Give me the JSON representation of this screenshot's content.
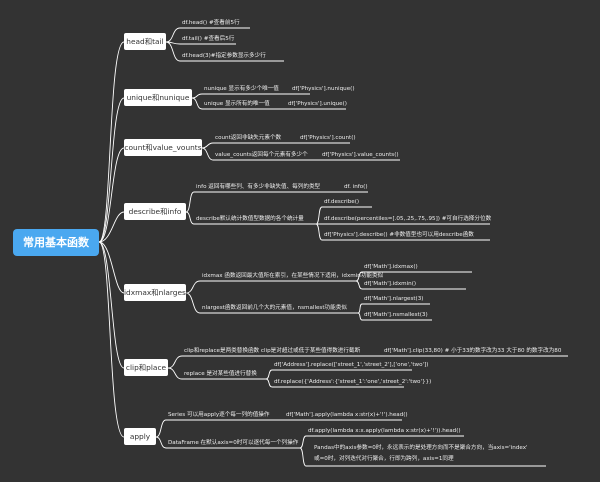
{
  "root": "常用基本函数",
  "branches": {
    "head_tail": {
      "label": "head和tail",
      "items": [
        "df.head()  #查看前5行",
        "df.tail()   #查看后5行",
        "df.head(3)#指定参数显示多少行"
      ]
    },
    "unique": {
      "label": "unique和nunique",
      "nunique_desc": "nunique 显示有多少个唯一值",
      "nunique_code": "df['Physics'].nunique()",
      "unique_desc": "unique 显示所有的唯一值",
      "unique_code": "df['Physics'].unique()"
    },
    "count": {
      "label": "count和value_vounts",
      "count_desc": "count返回非缺失元素个数",
      "count_code": "df['Physics'].count()",
      "vc_desc": "value_counts返回每个元素有多少个",
      "vc_code": "df['Physics'].value_counts()"
    },
    "describe": {
      "label": "describe和info",
      "info_desc": "info 返回有哪些列、有多少非缺失值、每列的类型",
      "info_code": "df. info()",
      "desc_desc": "describe默认统计数值型数据的各个统计量",
      "desc_items": [
        "df.describe()",
        "df.describe(percentiles=[.05,.25,.75,.95]) #可自行选择分位数",
        "df['Physics'].describe()       #非数值型也可以用describe函数"
      ]
    },
    "idxmax": {
      "label": "idxmax和nlargest",
      "idx_desc": "idxmax 函数返回最大值所在索引，在某些情况下适用，idxmin功能类似",
      "idx_items": [
        "df['Math'].idxmax()",
        "df['Math'].idxmin()"
      ],
      "nl_desc": "nlargest函数返回前几个大的元素值，nsmallest功能类似",
      "nl_items": [
        "df['Math'].nlargest(3)",
        "df['Math'].nsmallest(3)"
      ]
    },
    "clip": {
      "label": "clip和place",
      "clip_desc": "clip和replace是两类替换函数 clip是对超过或低于某些值得数进行截断",
      "clip_code": "df['Math'].clip(33,80)  # 小于33的数字改为33 大于80 的数字改为80",
      "rep_desc": "replace 是对某些值进行替换",
      "rep_items": [
        "df['Address'].replace(['street_1','street_2'],['one','two'])",
        "df.replace({'Address':{'street_1':'one','street_2':'two'}})"
      ]
    },
    "apply": {
      "label": "apply",
      "series_desc": "Series 可以用apply逐个每一列的值操作",
      "series_code": "df['Math'].apply(lambda x:str(x)+'!').head()",
      "df_desc": "DataFrame 在默认axis=0时可以逐代每一个列操作",
      "df_code": "df.apply(lambda x:x.apply(lambda x:str(x)+'!')).head()",
      "note_1": "Pandas中的axis参数=0时，永远表示的是处理方向而不是聚合方向，当axis='index'",
      "note_2": "或=0时，对列迭代对行聚合，行即为跨列，axis=1同理"
    }
  }
}
